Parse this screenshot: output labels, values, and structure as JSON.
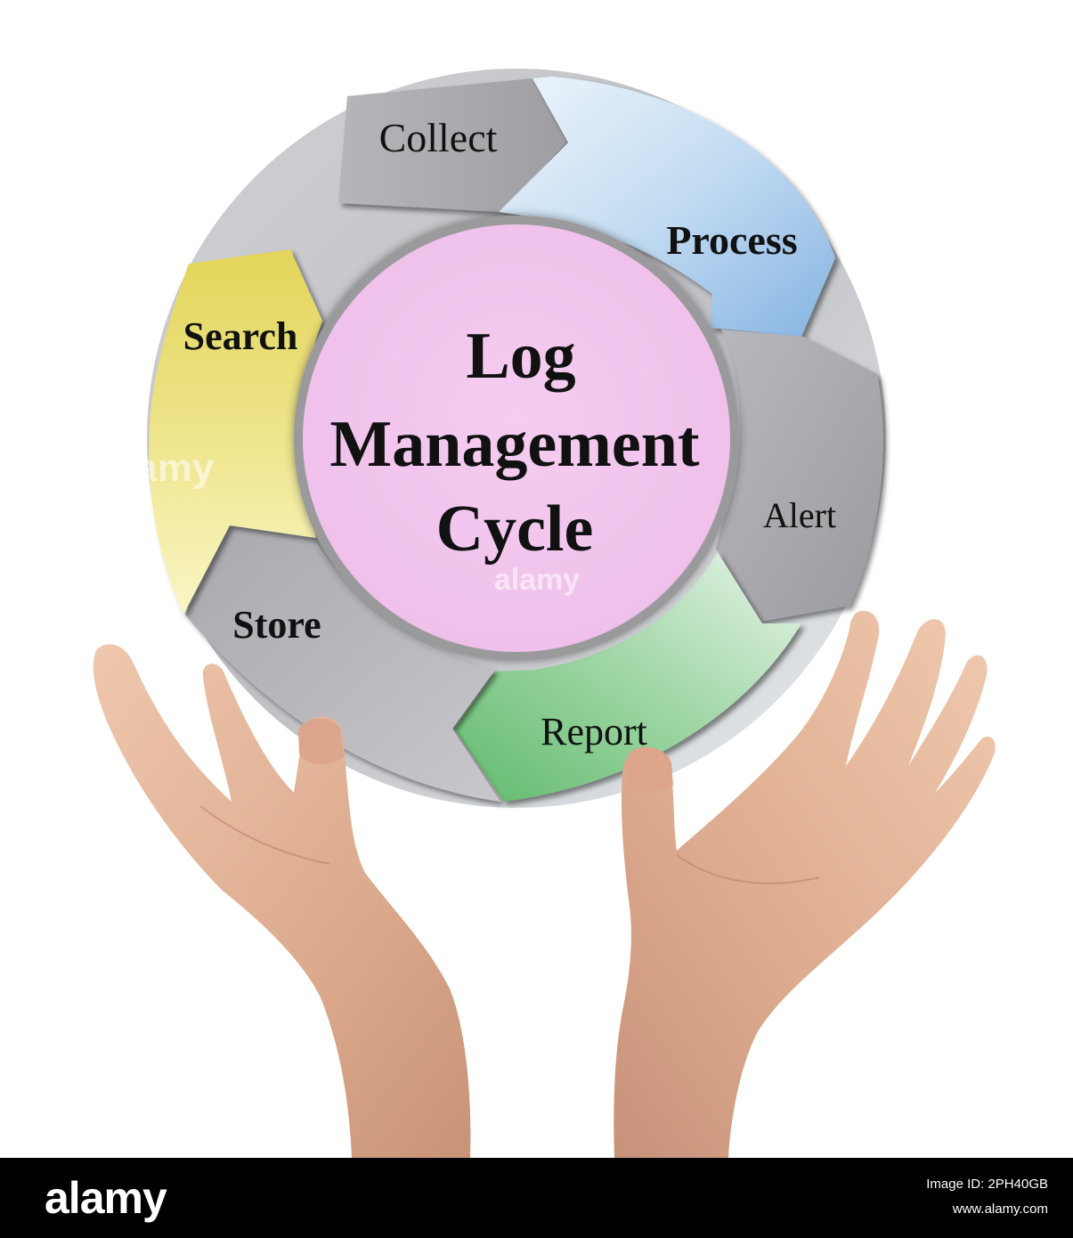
{
  "diagram": {
    "hub": {
      "line1": "Log",
      "line2": "Management",
      "line3": "Cycle"
    },
    "stages": [
      {
        "label": "Collect",
        "color": "#a9a9ad"
      },
      {
        "label": "Process",
        "color": "#9dc2e8"
      },
      {
        "label": "Alert",
        "color": "#a6a6aa"
      },
      {
        "label": "Report",
        "color": "#72c27c"
      },
      {
        "label": "Store",
        "color": "#a3a3a8"
      },
      {
        "label": "Search",
        "color": "#e6db6a"
      }
    ],
    "colors": {
      "ring": "#c4c4c8",
      "hub_fill": "#f2c6ee",
      "hub_border": "#8a8a8c",
      "skin": "#e0b096"
    }
  },
  "watermark": {
    "text": "alamy"
  },
  "footer": {
    "logo": "alamy",
    "image_id": "Image ID: 2PH40GB",
    "url": "www.alamy.com"
  }
}
